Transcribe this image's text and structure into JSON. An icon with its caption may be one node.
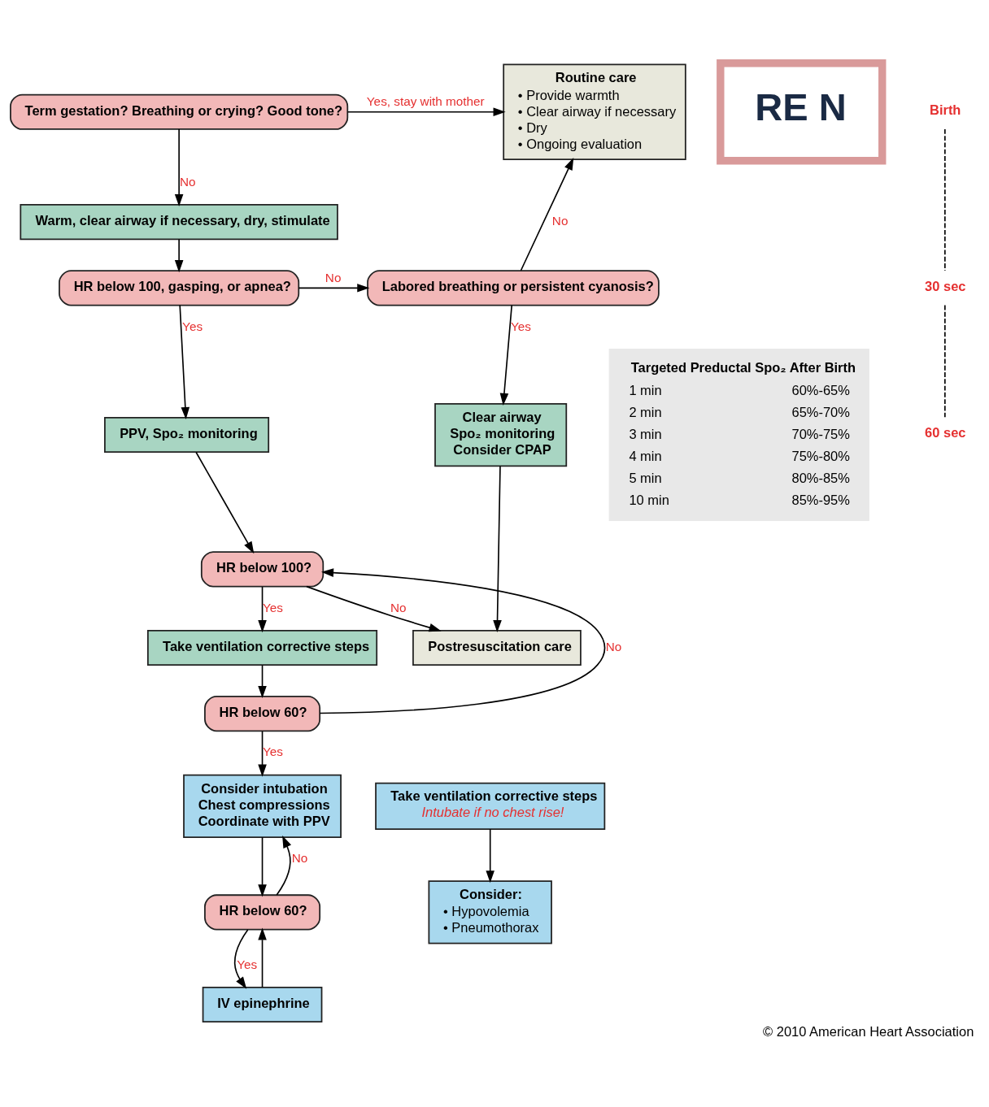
{
  "diagram": {
    "caption": "© 2010 American Heart Association",
    "nodes": [
      {
        "text": [
          "Term gestation? Breathing or crying? Good tone?"
        ]
      },
      {
        "text": [
          "Routine care",
          "• Provide warmth",
          "• Clear airway if necessary",
          "• Dry",
          "• Ongoing evaluation"
        ]
      },
      {
        "text": [
          "Warm, clear airway if necessary, dry, stimulate"
        ]
      },
      {
        "text": [
          "HR below 100, gasping, or apnea?"
        ]
      },
      {
        "text": [
          "Labored breathing or persistent cyanosis?"
        ]
      },
      {
        "text": [
          "PPV, Spo₂ monitoring"
        ]
      },
      {
        "text": [
          "Clear airway",
          "Spo₂ monitoring",
          "Consider CPAP"
        ]
      },
      {
        "text": [
          "HR below 100?"
        ]
      },
      {
        "text": [
          "Postresuscitation care"
        ]
      },
      {
        "text": [
          "Take ventilation corrective steps"
        ]
      },
      {
        "text": [
          "HR below 60?"
        ]
      },
      {
        "text": [
          "Consider intubation",
          "Chest compressions",
          "Coordinate with PPV"
        ]
      },
      {
        "text": [
          "Take ventilation corrective steps",
          "Intubate if no chest rise!"
        ]
      },
      {
        "text": [
          "HR below 60?"
        ]
      },
      {
        "text": [
          "Consider:",
          "• Hypovolemia",
          "• Pneumothorax"
        ]
      },
      {
        "text": [
          "IV epinephrine"
        ]
      },
      {
        "text": [
          "Targeted Preductal Spo₂ After Birth",
          "1 min",
          "60%-65%",
          "2 min",
          "65%-70%",
          "3 min",
          "70%-75%",
          "4 min",
          "75%-80%",
          "5 min",
          "80%-85%",
          "10 min",
          "85%-95%"
        ]
      },
      {
        "text": [
          "RE N"
        ]
      },
      {
        "text": [
          "Birth"
        ]
      },
      {
        "text": [
          "30 sec"
        ]
      },
      {
        "text": [
          "60 sec"
        ]
      }
    ],
    "edges": [
      {
        "from": 0,
        "to": 1,
        "arrow": "to",
        "label": "Yes, stay with mother"
      },
      {
        "from": 0,
        "to": 2,
        "arrow": "to",
        "label": "No"
      },
      {
        "from": 2,
        "to": 3,
        "arrow": "to"
      },
      {
        "from": 3,
        "to": 4,
        "arrow": "to",
        "label": "No"
      },
      {
        "from": 4,
        "to": 1,
        "arrow": "to",
        "label": "No"
      },
      {
        "from": 3,
        "to": 5,
        "arrow": "to",
        "label": "Yes"
      },
      {
        "from": 4,
        "to": 6,
        "arrow": "to",
        "label": "Yes"
      },
      {
        "from": 5,
        "to": 7,
        "arrow": "to"
      },
      {
        "from": 7,
        "to": 8,
        "arrow": "to",
        "label": "No"
      },
      {
        "from": 6,
        "to": 8,
        "arrow": "to"
      },
      {
        "from": 7,
        "to": 9,
        "arrow": "to",
        "label": "Yes"
      },
      {
        "from": 9,
        "to": 10,
        "arrow": "to"
      },
      {
        "from": 10,
        "to": 7,
        "arrow": "to",
        "label": "No"
      },
      {
        "from": 10,
        "to": 11,
        "arrow": "to",
        "label": "Yes"
      },
      {
        "from": 11,
        "to": 13,
        "arrow": "to"
      },
      {
        "from": 13,
        "to": 11,
        "arrow": "to",
        "label": "No"
      },
      {
        "from": 13,
        "to": 15,
        "arrow": "to",
        "label": "Yes"
      },
      {
        "from": 15,
        "to": 13,
        "arrow": "to"
      },
      {
        "from": 12,
        "to": 14,
        "arrow": "to"
      },
      {
        "from": 18,
        "to": 19,
        "arrow": "none",
        "style": "dashed"
      },
      {
        "from": 19,
        "to": 20,
        "arrow": "none",
        "style": "dashed"
      }
    ]
  }
}
